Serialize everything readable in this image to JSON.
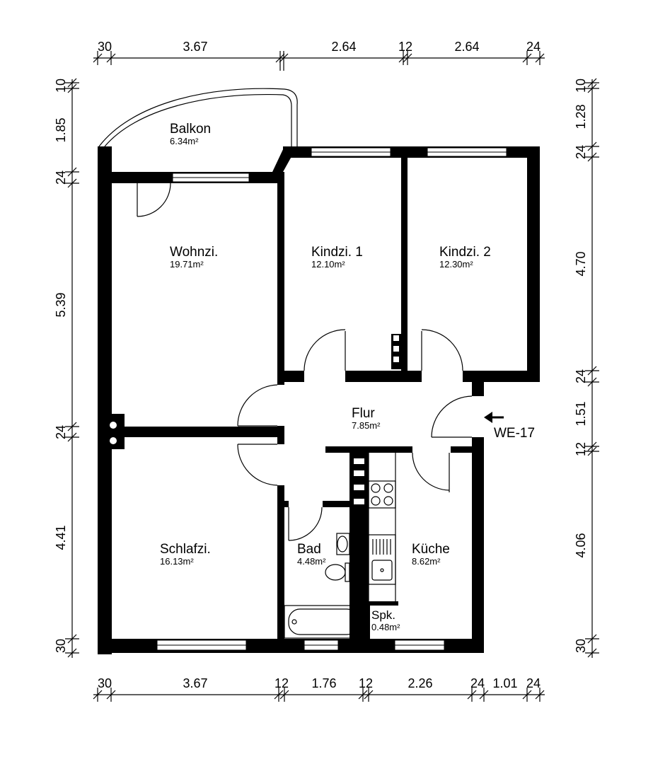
{
  "dimensions": {
    "top": [
      "30",
      "3.67",
      "2.64",
      "12",
      "2.64",
      "24"
    ],
    "bottom": [
      "30",
      "3.67",
      "12",
      "1.76",
      "12",
      "2.26",
      "24",
      "1.01",
      "24"
    ],
    "left": [
      "10",
      "1.85",
      "24",
      "5.39",
      "24",
      "4.41",
      "30"
    ],
    "right": [
      "10",
      "1.28",
      "24",
      "4.70",
      "24",
      "1.51",
      "12",
      "4.06",
      "30"
    ]
  },
  "rooms": {
    "balkon": {
      "name": "Balkon",
      "area": "6.34m²"
    },
    "wohnzi": {
      "name": "Wohnzi.",
      "area": "19.71m²"
    },
    "kindzi1": {
      "name": "Kindzi. 1",
      "area": "12.10m²"
    },
    "kindzi2": {
      "name": "Kindzi. 2",
      "area": "12.30m²"
    },
    "flur": {
      "name": "Flur",
      "area": "7.85m²"
    },
    "schlafzi": {
      "name": "Schlafzi.",
      "area": "16.13m²"
    },
    "bad": {
      "name": "Bad",
      "area": "4.48m²"
    },
    "kueche": {
      "name": "Küche",
      "area": "8.62m²"
    },
    "spk": {
      "name": "Spk.",
      "area": "0.48m²"
    }
  },
  "entrance": {
    "label": "WE-17"
  }
}
